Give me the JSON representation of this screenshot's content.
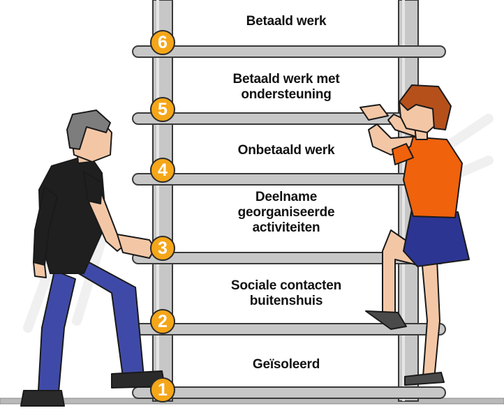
{
  "colors": {
    "rail": "#c7c7c7",
    "rail_edge": "#3a3a3a",
    "badge": "#f5a619",
    "ground": "#b9b9b9",
    "man_shirt": "#1f1f1f",
    "man_jeans": "#3f4aa8",
    "woman_shirt": "#f0620c",
    "woman_skirt": "#2c3592",
    "skin": "#f3c7a6",
    "woman_hair": "#b5501b",
    "man_hair": "#7d7d7d"
  },
  "ladder": {
    "rungs": [
      {
        "step": "1",
        "label": "Geïsoleerd"
      },
      {
        "step": "2",
        "label": "Sociale contacten buitenshuis"
      },
      {
        "step": "3",
        "label": "Deelname georganiseerde activiteiten"
      },
      {
        "step": "4",
        "label": "Onbetaald werk"
      },
      {
        "step": "5",
        "label": "Betaald werk met ondersteuning"
      },
      {
        "step": "6",
        "label": "Betaald werk"
      }
    ]
  }
}
